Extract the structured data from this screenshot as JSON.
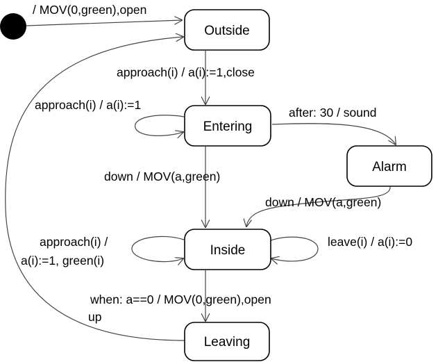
{
  "colors": {
    "stroke": "#444444",
    "text": "#000000",
    "state_fill": "#ffffff",
    "initial": "#000000"
  },
  "states": {
    "outside": "Outside",
    "entering": "Entering",
    "alarm": "Alarm",
    "inside": "Inside",
    "leaving": "Leaving"
  },
  "transitions": {
    "initial": "/ MOV(0,green),open",
    "outside_entering": "approach(i) / a(i):=1,close",
    "entering_self": "approach(i) / a(i):=1",
    "entering_alarm": "after: 30 / sound",
    "entering_inside": "down / MOV(a,green)",
    "alarm_inside": "down / MOV(a,green)",
    "inside_self_left_line1": "approach(i) /",
    "inside_self_left_line2": "a(i):=1, green(i)",
    "inside_self_right": "leave(i) / a(i):=0",
    "inside_leaving_line1": "when: a==0 / MOV(0,green),open",
    "inside_leaving_line2": "up"
  }
}
